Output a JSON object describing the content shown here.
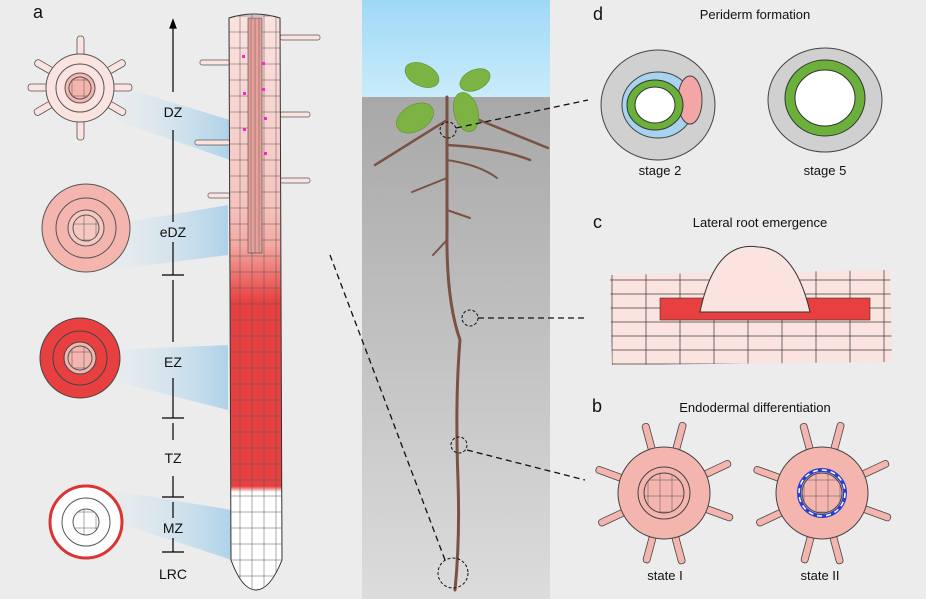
{
  "panels": {
    "a": {
      "letter": "a",
      "zones": [
        {
          "id": "DZ",
          "label": "DZ"
        },
        {
          "id": "eDZ",
          "label": "eDZ"
        },
        {
          "id": "EZ",
          "label": "EZ"
        },
        {
          "id": "TZ",
          "label": "TZ"
        },
        {
          "id": "MZ",
          "label": "MZ"
        },
        {
          "id": "LRC",
          "label": "LRC"
        }
      ]
    },
    "b": {
      "letter": "b",
      "title": "Endodermal differentiation",
      "captions": [
        "state I",
        "state II"
      ]
    },
    "c": {
      "letter": "c",
      "title": "Lateral root emergence"
    },
    "d": {
      "letter": "d",
      "title": "Periderm formation",
      "captions": [
        "stage 2",
        "stage 5"
      ]
    }
  },
  "colors": {
    "background": "#ececec",
    "sky": "#a8dcf7",
    "soil": "#b5b5b5",
    "root_brown": "#7a5244",
    "leaf_green": "#7cb342",
    "cell_pink": "#f4b5ae",
    "cell_light_pink": "#fbe3e0",
    "cell_red": "#e84040",
    "periderm_green": "#6ab03a",
    "casparian_magenta": "#ff22cc",
    "suberin_blue": "#2a3fd0",
    "bacteria_orange": "#f5b54a",
    "bacteria_green": "#8fce5a",
    "bacteria_purple": "#a682d0"
  }
}
